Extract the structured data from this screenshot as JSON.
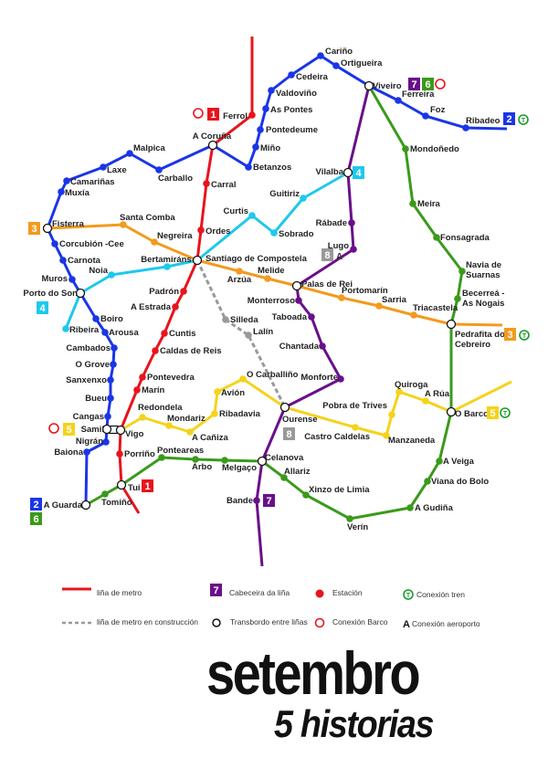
{
  "title": "setembro",
  "subtitle": "5 historias",
  "colors": {
    "l1": "#e8141c",
    "l2": "#1a35e8",
    "l3": "#f39a1e",
    "l4": "#1ec8ee",
    "l5": "#f5d21c",
    "l6": "#3a9a1a",
    "l7": "#6a0f8a",
    "l8": "#999999"
  },
  "airport_mark": "A",
  "train_mark": "T",
  "legend": {
    "metro_line": "liña de metro",
    "construction_line": "liña de metro en construcción",
    "line_head": "Cabeceira da liña",
    "line_head_sample": "7",
    "interchange": "Transbordo entre liñas",
    "station": "Estación",
    "boat": "Conexión Barco",
    "train": "Conexión tren",
    "airport": "Conexión aeroporto"
  },
  "badges": {
    "ferrol": "1",
    "tui": "1",
    "ribadeo": "2",
    "aguarda2": "2",
    "aguarda6": "6",
    "fisterra": "3",
    "pedrafita": "3",
    "vilalba": "4",
    "ribeira": "4",
    "samil": "5",
    "obarco": "5",
    "viveiro7": "7",
    "viveiro6": "6",
    "bande": "7",
    "santiago": "8",
    "ourense": "8"
  },
  "stations": {
    "ferrol": "Ferrol",
    "acoruna": "A Coruña",
    "carral": "Carral",
    "ordes": "Ordes",
    "santiago": "Santiago de Compostela",
    "padron": "Padrón",
    "aestrada": "A Estrada",
    "cuntis": "Cuntis",
    "caldas": "Caldas de Reis",
    "pontevedra": "Pontevedra",
    "marin": "Marín",
    "vigo": "Vigo",
    "porrino": "Porriño",
    "tui": "Tui",
    "ribadeo": "Ribadeo",
    "foz": "Foz",
    "ferreira": "Ferreira",
    "viveiro": "Viveiro",
    "ortigueira": "Ortigueira",
    "carino": "Cariño",
    "cedeira": "Cedeira",
    "valdovino": "Valdoviño",
    "aspontes": "As Pontes",
    "pontedeume": "Pontedeume",
    "mino": "Miño",
    "betanzos": "Betanzos",
    "carballo": "Carballo",
    "malpica": "Malpica",
    "laxe": "Laxe",
    "camarinas": "Camariñas",
    "muxia": "Muxía",
    "fisterra": "Fisterra",
    "corcubion": "Corcubión -Cee",
    "carnota": "Carnota",
    "muros": "Muros",
    "portodoson": "Porto do Son",
    "boiro": "Boiro",
    "arousa": "Arousa",
    "cambados": "Cambados",
    "ogrove": "O Grove",
    "sanxenxo": "Sanxenxo",
    "bueu": "Bueu",
    "cangas": "Cangas",
    "samil": "Samil",
    "nigran": "Nigrán",
    "baiona": "Baiona",
    "aguarda": "A Guarda",
    "santacomba": "Santa Comba",
    "negreira": "Negreira",
    "arzua": "Arzúa",
    "melide": "Melide",
    "palasderei": "Palas de Rei",
    "portomarin": "Portomarín",
    "sarria": "Sarria",
    "triacastela": "Triacastela",
    "pedrafita": "Pedrafita do\nCebreiro",
    "vilalba": "Vilalba",
    "guitiriz": "Guitiriz",
    "sobrado": "Sobrado",
    "curtis": "Curtis",
    "bertamirans": "Bertamiráns",
    "noia": "Noia",
    "ribeira": "Ribeira",
    "redondela": "Redondela",
    "mondariz": "Mondariz",
    "acaniza": "A Cañiza",
    "ribadavia": "Ribadavia",
    "avion": "Avión",
    "ocarballino": "O Carballiño",
    "ourense": "Ourense",
    "castrocaldelas": "Castro Caldelas",
    "manzaneda": "Manzaneda",
    "pobradetrives": "Pobra de Trives",
    "quiroga": "Quiroga",
    "arua": "A Rúa",
    "obarco": "O Barco",
    "mondonedo": "Mondoñedo",
    "meira": "Meira",
    "fonsagrada": "Fonsagrada",
    "navia": "Navia de\nSuarnas",
    "becerrea": "Becerreá -\nAs Nogais",
    "aveiga": "A Veiga",
    "viana": "Viana do Bolo",
    "agudina": "A Gudiña",
    "verin": "Verín",
    "xinzo": "Xinzo de Limia",
    "allariz": "Allariz",
    "celanova": "Celanova",
    "melgaco": "Melgaço",
    "arbo": "Arbo",
    "ponteareas": "Ponteareas",
    "tomino": "Tomiño",
    "rabade": "Rábade",
    "lugo": "Lugo",
    "monterroso": "Monterroso",
    "taboada": "Taboada",
    "chantada": "Chantada",
    "monforte": "Monforte",
    "bande": "Bande",
    "silleda": "Silleda",
    "lalin": "Lalín"
  }
}
